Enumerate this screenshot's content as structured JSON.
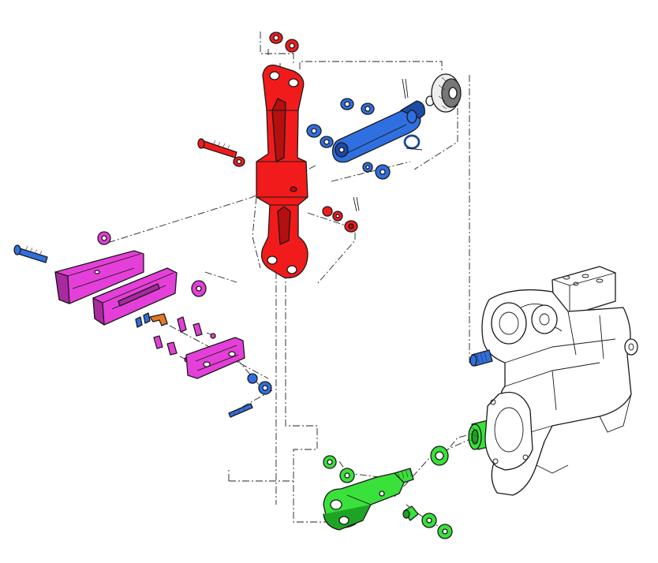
{
  "diagram": {
    "type": "exploded-parts-assembly",
    "labels": []
  },
  "colors": {
    "lift_arm": "#f21b1b",
    "lift_arm_dark": "#b50f0f",
    "link_assembly": "#2f6fe0",
    "link_assembly_dark": "#1b4aa8",
    "stabilizer_bracket": "#e43fd8",
    "stabilizer_bracket_dark": "#a82a9f",
    "clevis_assembly": "#39e13a",
    "clevis_assembly_dark": "#1ea424",
    "bracket_clip": "#e07a2a",
    "line": "#1a1a1a",
    "background": "#ffffff",
    "housing": "#ffffff"
  },
  "groups": [
    {
      "id": "lift-arm",
      "color_key": "lift_arm"
    },
    {
      "id": "link-assembly",
      "color_key": "link_assembly"
    },
    {
      "id": "stabilizer-bracket",
      "color_key": "stabilizer_bracket"
    },
    {
      "id": "clevis-assembly",
      "color_key": "clevis_assembly"
    },
    {
      "id": "housing",
      "color_key": "housing"
    }
  ]
}
